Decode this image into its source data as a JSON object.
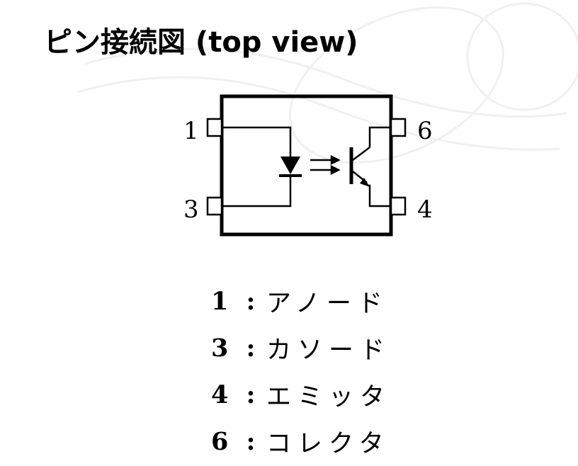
{
  "title": "ピン接続図  (top view)",
  "pins": [
    {
      "number": "1",
      "name": "アノード"
    },
    {
      "number": "3",
      "name": "カソード"
    },
    {
      "number": "4",
      "name": "エミッタ"
    },
    {
      "number": "6",
      "name": "コレクタ"
    }
  ],
  "legend_separator": ":",
  "colors": {
    "ink": "#000000",
    "background": "#ffffff",
    "watermark": "#f0f0f0"
  }
}
